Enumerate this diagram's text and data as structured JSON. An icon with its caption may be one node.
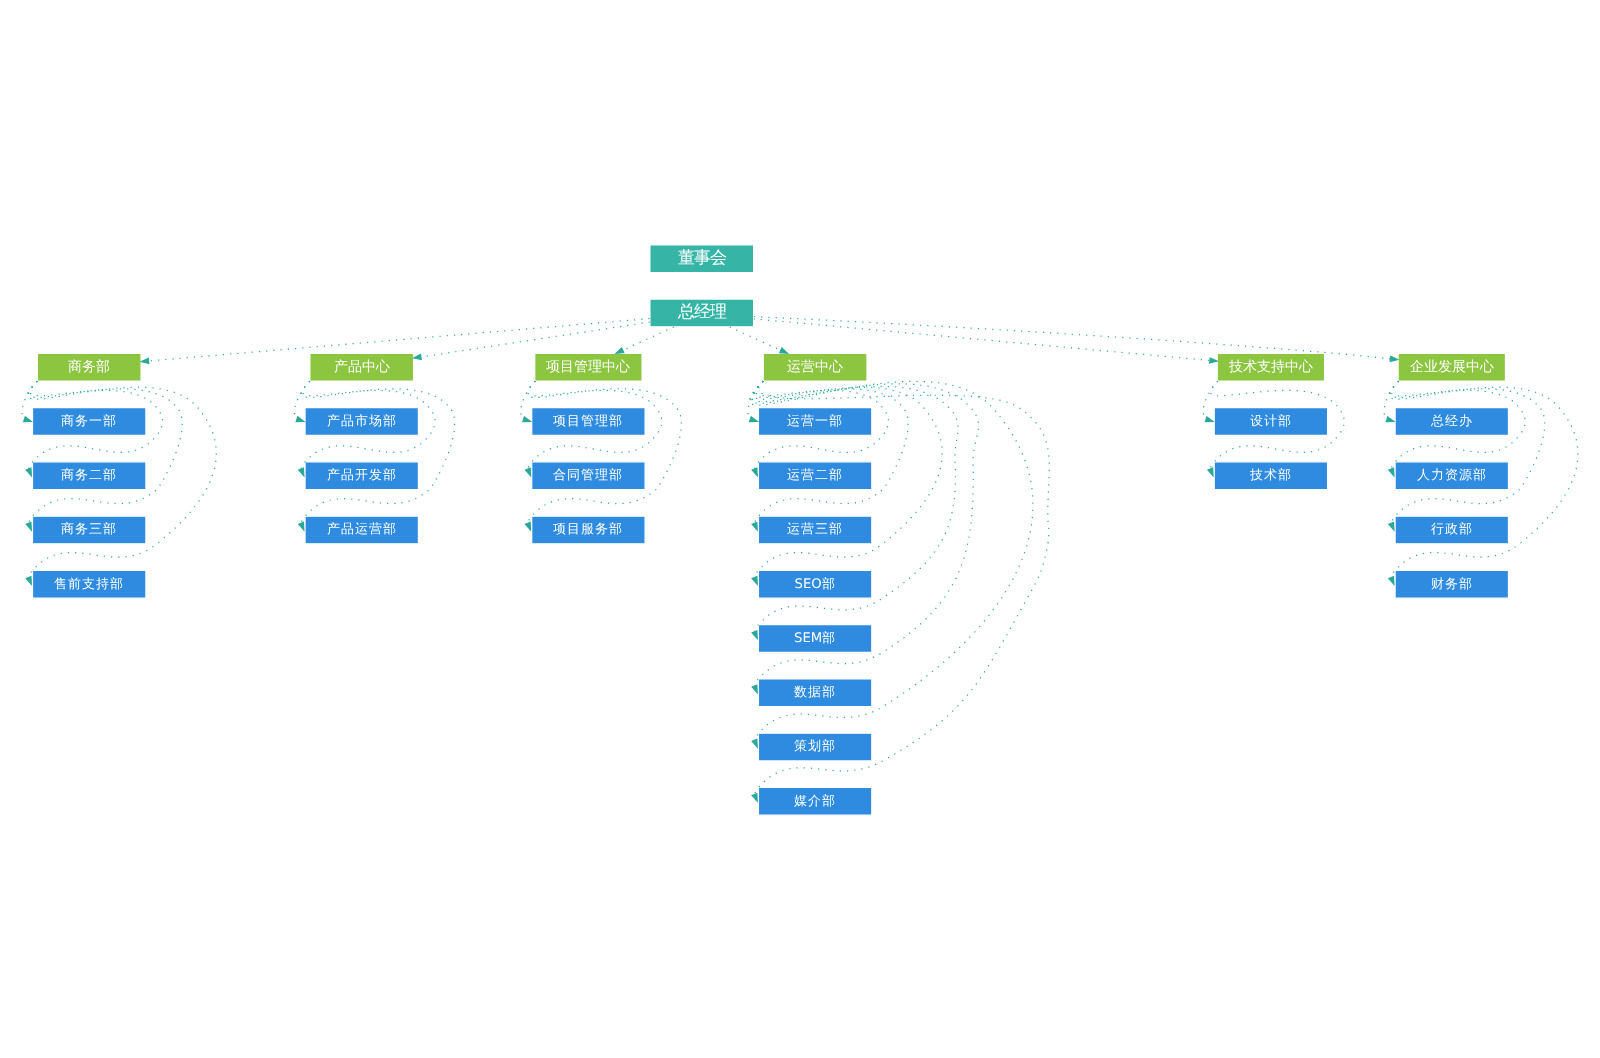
{
  "diagram": {
    "nodes": [
      {
        "text": [
          "董事会"
        ]
      },
      {
        "text": [
          "总经理"
        ]
      },
      {
        "text": [
          "商务部"
        ]
      },
      {
        "text": [
          "产品中心"
        ]
      },
      {
        "text": [
          "项目管理中心"
        ]
      },
      {
        "text": [
          "运营中心"
        ]
      },
      {
        "text": [
          "技术支持中心"
        ]
      },
      {
        "text": [
          "企业发展中心"
        ]
      },
      {
        "text": [
          "商务一部"
        ]
      },
      {
        "text": [
          "商务二部"
        ]
      },
      {
        "text": [
          "商务三部"
        ]
      },
      {
        "text": [
          "售前支持部"
        ]
      },
      {
        "text": [
          "产品市场部"
        ]
      },
      {
        "text": [
          "产品开发部"
        ]
      },
      {
        "text": [
          "产品运营部"
        ]
      },
      {
        "text": [
          "项目管理部"
        ]
      },
      {
        "text": [
          "合同管理部"
        ]
      },
      {
        "text": [
          "项目服务部"
        ]
      },
      {
        "text": [
          "运营一部"
        ]
      },
      {
        "text": [
          "运营二部"
        ]
      },
      {
        "text": [
          "运营三部"
        ]
      },
      {
        "text": [
          "SEO部"
        ]
      },
      {
        "text": [
          "SEM部"
        ]
      },
      {
        "text": [
          "数据部"
        ]
      },
      {
        "text": [
          "策划部"
        ]
      },
      {
        "text": [
          "媒介部"
        ]
      },
      {
        "text": [
          "设计部"
        ]
      },
      {
        "text": [
          "技术部"
        ]
      },
      {
        "text": [
          "总经办"
        ]
      },
      {
        "text": [
          "人力资源部"
        ]
      },
      {
        "text": [
          "行政部"
        ]
      },
      {
        "text": [
          "财务部"
        ]
      }
    ],
    "edges": [
      {
        "from": 1,
        "to": 2,
        "arrow": "to"
      },
      {
        "from": 1,
        "to": 3,
        "arrow": "to"
      },
      {
        "from": 1,
        "to": 4,
        "arrow": "to"
      },
      {
        "from": 1,
        "to": 5,
        "arrow": "to"
      },
      {
        "from": 1,
        "to": 6,
        "arrow": "to"
      },
      {
        "from": 1,
        "to": 7,
        "arrow": "to"
      },
      {
        "from": 2,
        "to": 8,
        "arrow": "to"
      },
      {
        "from": 2,
        "to": 9,
        "arrow": "to"
      },
      {
        "from": 2,
        "to": 10,
        "arrow": "to"
      },
      {
        "from": 2,
        "to": 11,
        "arrow": "to"
      },
      {
        "from": 3,
        "to": 12,
        "arrow": "to"
      },
      {
        "from": 3,
        "to": 13,
        "arrow": "to"
      },
      {
        "from": 3,
        "to": 14,
        "arrow": "to"
      },
      {
        "from": 4,
        "to": 15,
        "arrow": "to"
      },
      {
        "from": 4,
        "to": 16,
        "arrow": "to"
      },
      {
        "from": 4,
        "to": 17,
        "arrow": "to"
      },
      {
        "from": 5,
        "to": 18,
        "arrow": "to"
      },
      {
        "from": 5,
        "to": 19,
        "arrow": "to"
      },
      {
        "from": 5,
        "to": 20,
        "arrow": "to"
      },
      {
        "from": 5,
        "to": 21,
        "arrow": "to"
      },
      {
        "from": 5,
        "to": 22,
        "arrow": "to"
      },
      {
        "from": 5,
        "to": 23,
        "arrow": "to"
      },
      {
        "from": 5,
        "to": 24,
        "arrow": "to"
      },
      {
        "from": 5,
        "to": 25,
        "arrow": "to"
      },
      {
        "from": 6,
        "to": 26,
        "arrow": "to"
      },
      {
        "from": 6,
        "to": 27,
        "arrow": "to"
      },
      {
        "from": 7,
        "to": 28,
        "arrow": "to"
      },
      {
        "from": 7,
        "to": 29,
        "arrow": "to"
      },
      {
        "from": 7,
        "to": 30,
        "arrow": "to"
      },
      {
        "from": 7,
        "to": 31,
        "arrow": "to"
      }
    ]
  }
}
